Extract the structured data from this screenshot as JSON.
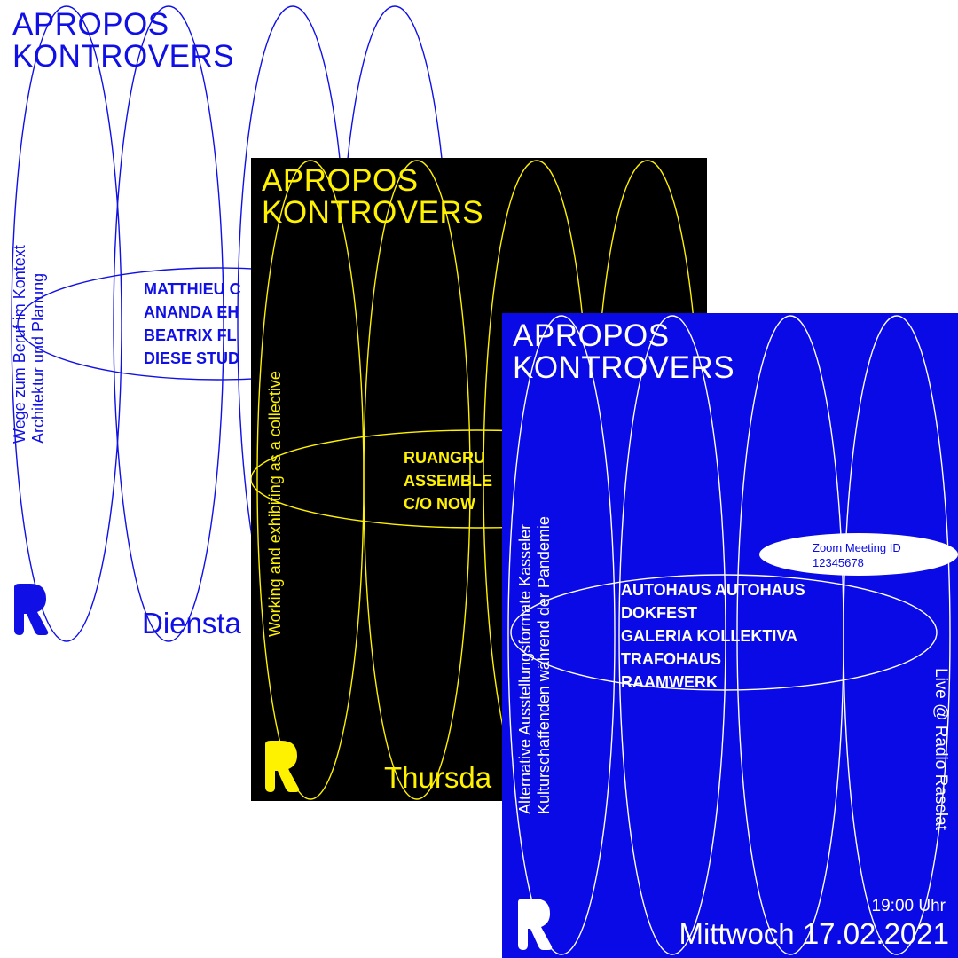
{
  "posters": {
    "white": {
      "title": [
        "APROPOS",
        "KONTROVERS"
      ],
      "subtitle": [
        "Wege zum Beruf im Kontext",
        "Architektur und Planung"
      ],
      "speakers": [
        "MATTHIEU C",
        "ANANDA EH",
        "BEATRIX FL",
        "DIESE STUD"
      ],
      "date": "Diensta",
      "logo_letter": "R",
      "colors": {
        "background": "#ffffff",
        "ink": "#1010e6"
      }
    },
    "black": {
      "title": [
        "APROPOS",
        "KONTROVERS"
      ],
      "subtitle": "Working and exhibiting as a collective",
      "speakers": [
        "RUANGRU",
        "ASSEMBLE",
        "C/O NOW"
      ],
      "date": "Thursda",
      "logo_letter": "R",
      "colors": {
        "background": "#000000",
        "ink": "#fff200"
      }
    },
    "blue": {
      "title": [
        "APROPOS",
        "KONTROVERS"
      ],
      "subtitle": [
        "Alternative Ausstellungsformate Kasseler",
        "Kulturschaffenden während der Pandemie"
      ],
      "zoom": {
        "label": "Zoom Meeting ID",
        "id": "12345678"
      },
      "speakers": [
        "AUTOHAUS AUTOHAUS",
        "DOKFEST",
        "GALERIA KOLLEKTIVA",
        "TRAFOHAUS",
        "RAAMWERK"
      ],
      "live": "Live @ Radio Rasclat",
      "time": "19:00 Uhr",
      "date": "Mittwoch 17.02.2021",
      "logo_letter": "R",
      "colors": {
        "background": "#0a0ae6",
        "ink": "#ffffff"
      }
    }
  },
  "icons": [
    "logo-r-icon"
  ]
}
